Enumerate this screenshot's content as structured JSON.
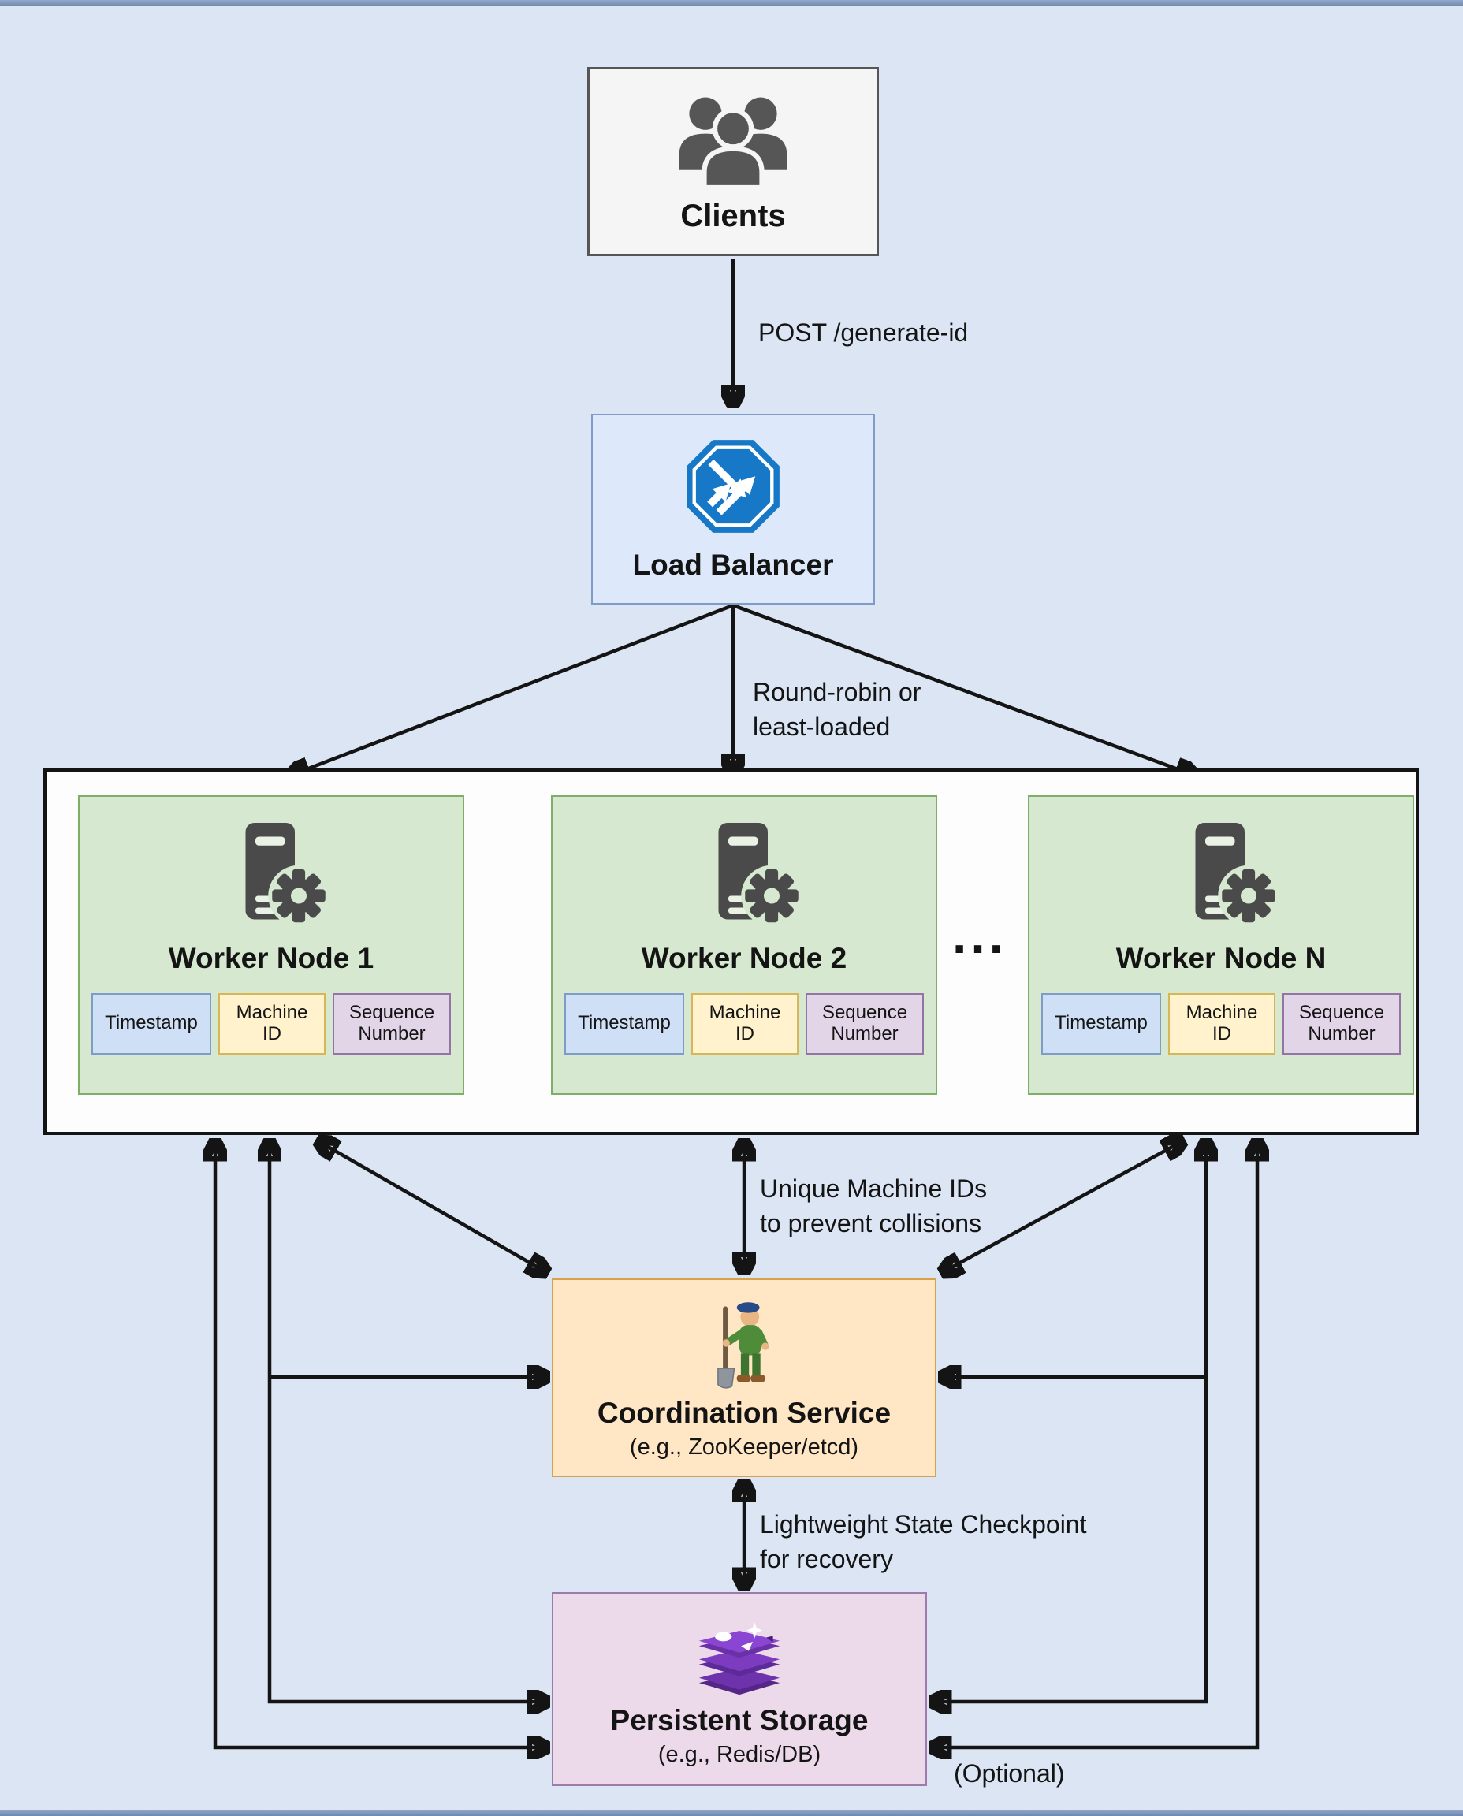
{
  "nodes": {
    "clients": {
      "label": "Clients",
      "icon": "users-icon"
    },
    "load_balancer": {
      "label": "Load Balancer",
      "icon": "load-balancer-icon"
    },
    "workers": [
      {
        "title": "Worker Node 1",
        "icon": "server-gear-icon",
        "chips": [
          "Timestamp",
          "Machine ID",
          "Sequence Number"
        ]
      },
      {
        "title": "Worker Node 2",
        "icon": "server-gear-icon",
        "chips": [
          "Timestamp",
          "Machine ID",
          "Sequence Number"
        ]
      },
      {
        "title": "Worker Node N",
        "icon": "server-gear-icon",
        "chips": [
          "Timestamp",
          "Machine ID",
          "Sequence Number"
        ]
      }
    ],
    "workers_ellipsis": "...",
    "coordination": {
      "title": "Coordination Service",
      "subtitle": "(e.g., ZooKeeper/etcd)",
      "icon": "zookeeper-icon"
    },
    "storage": {
      "title": "Persistent Storage",
      "subtitle": "(e.g., Redis/DB)",
      "icon": "redis-database-icon"
    }
  },
  "edges": {
    "post": "POST /generate-id",
    "balance": [
      "Round-robin or",
      "least-loaded"
    ],
    "unique": [
      "Unique Machine IDs",
      "to prevent collisions"
    ],
    "checkpoint": [
      "Lightweight State Checkpoint",
      "for recovery"
    ],
    "optional": "(Optional)"
  },
  "colors": {
    "background": "#dbe5f4",
    "arrow": "#141414",
    "clients_fill": "#f5f5f5",
    "clients_border": "#565656",
    "load_balancer_fill": "#dde9fa",
    "load_balancer_border": "#7e9cc8",
    "load_balancer_icon_blue": "#1878c8",
    "worker_fill": "#d6e8cf",
    "worker_border": "#7fae66",
    "workers_container_fill": "#fdfdfd",
    "timestamp_chip_fill": "#cfe0f6",
    "timestamp_chip_border": "#7e9cc8",
    "machine_id_chip_fill": "#fff2cc",
    "machine_id_chip_border": "#d6b656",
    "sequence_chip_fill": "#e1d5e7",
    "sequence_chip_border": "#9673a6",
    "coordination_fill": "#ffe7c6",
    "coordination_border": "#d8a14c",
    "storage_fill": "#ecd9ea",
    "storage_border": "#9d7bad",
    "redis_purple": "#7d3cc0"
  }
}
